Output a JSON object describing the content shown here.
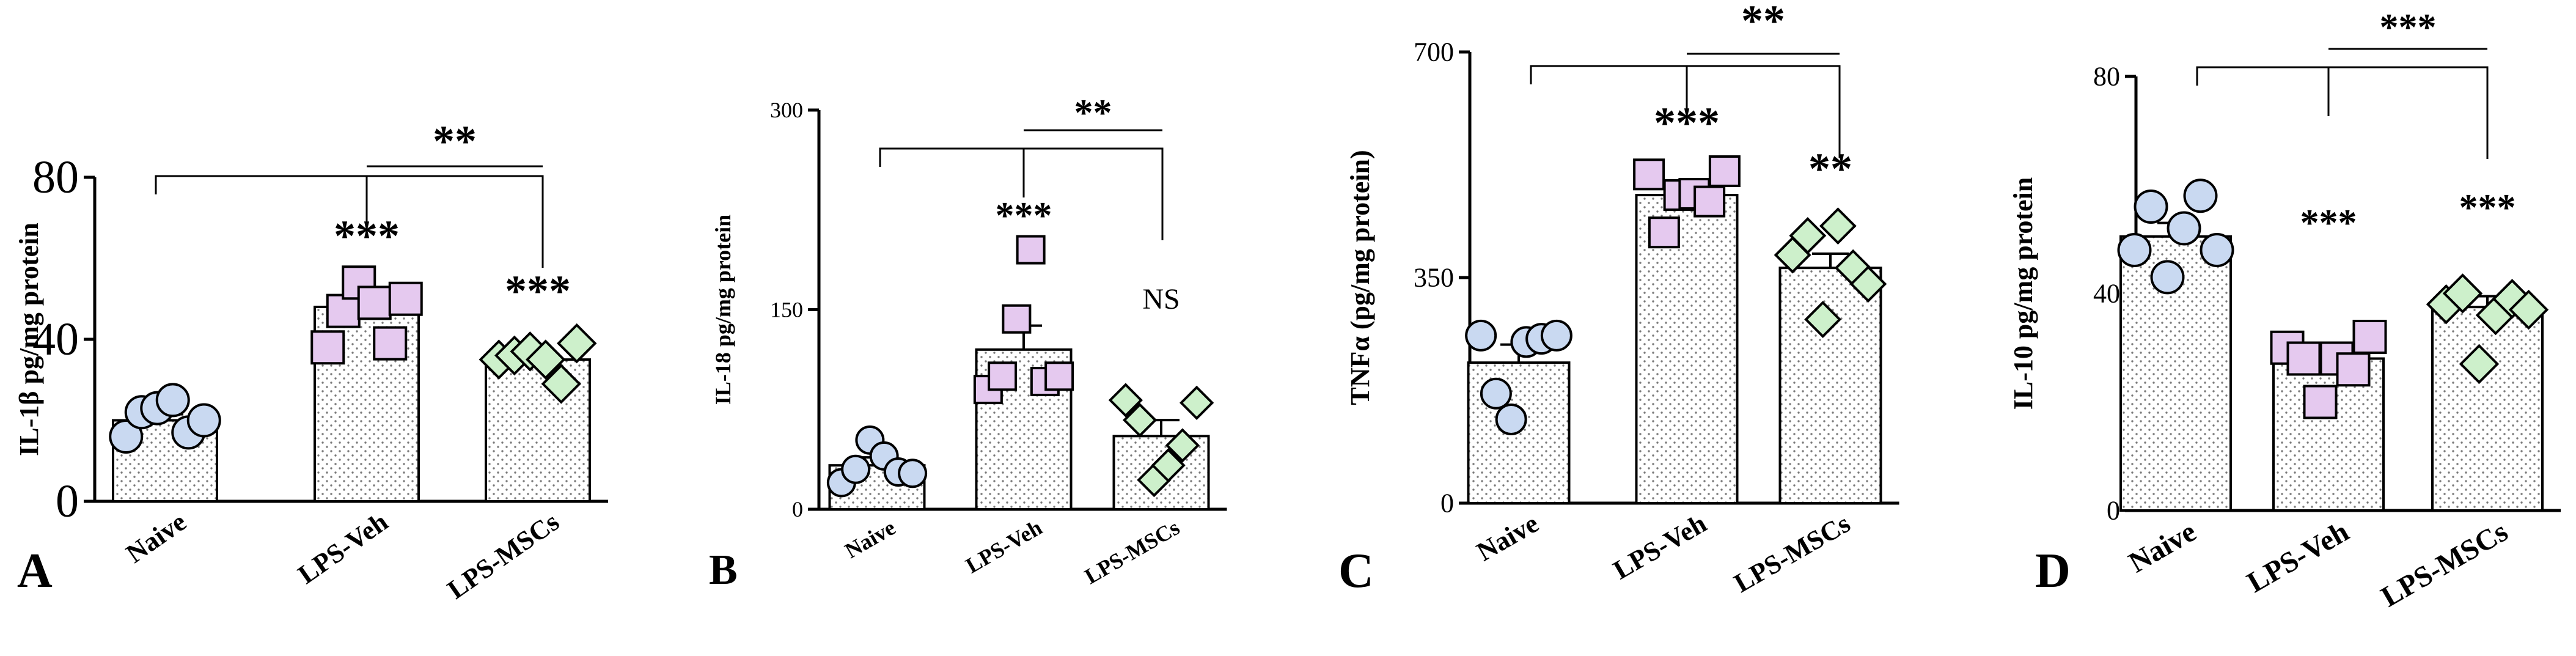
{
  "chart_data": [
    {
      "panel": "A",
      "type": "bar",
      "ylabel": "IL-1β pg/mg protein",
      "ylim": [
        0,
        80
      ],
      "yticks": [
        "0",
        "40",
        "80"
      ],
      "categories": [
        "Naive",
        "LPS-Veh",
        "LPS-MSCs"
      ],
      "values": [
        20,
        48,
        35
      ],
      "sem": [
        1.5,
        3.5,
        2
      ],
      "points": [
        [
          16,
          22,
          23,
          25,
          17,
          20
        ],
        [
          38,
          47,
          54,
          49,
          39,
          50
        ],
        [
          35,
          36,
          37,
          35,
          29,
          39
        ]
      ],
      "significance": [
        "",
        "***",
        "***"
      ],
      "comparison": {
        "pair": [
          "LPS-Veh",
          "LPS-MSCs"
        ],
        "label": "**"
      },
      "colors": {
        "group1": "#c9d9f1",
        "group2": "#e5c9ef",
        "group3": "#cdf0cb",
        "bar_fill": "#ffffff",
        "stipple": "#7a7a7a"
      }
    },
    {
      "panel": "B",
      "type": "bar",
      "ylabel": "IL-18 pg/mg protein",
      "ylim": [
        0,
        300
      ],
      "yticks": [
        "0",
        "150",
        "300"
      ],
      "categories": [
        "Naive",
        "LPS-Veh",
        "LPS-MSCs"
      ],
      "values": [
        33,
        120,
        55
      ],
      "sem": [
        6,
        18,
        12
      ],
      "points": [
        [
          20,
          30,
          52,
          40,
          28,
          27
        ],
        [
          90,
          100,
          143,
          195,
          96,
          100
        ],
        [
          82,
          67,
          22,
          33,
          48,
          80
        ]
      ],
      "significance": [
        "",
        "***",
        "NS"
      ],
      "comparison": {
        "pair": [
          "LPS-Veh",
          "LPS-MSCs"
        ],
        "label": "**"
      },
      "colors": {
        "group1": "#c9d9f1",
        "group2": "#e5c9ef",
        "group3": "#cdf0cb",
        "bar_fill": "#ffffff",
        "stipple": "#7a7a7a"
      }
    },
    {
      "panel": "C",
      "type": "bar",
      "ylabel": "TNFα (pg/mg protein)",
      "ylim": [
        0,
        700
      ],
      "yticks": [
        "0",
        "350",
        "700"
      ],
      "categories": [
        "Naive",
        "LPS-Veh",
        "LPS-MSCs"
      ],
      "values": [
        218,
        478,
        365
      ],
      "sem": [
        28,
        18,
        22
      ],
      "points": [
        [
          260,
          170,
          130,
          250,
          255,
          260
        ],
        [
          510,
          420,
          478,
          480,
          468,
          515
        ],
        [
          385,
          415,
          285,
          430,
          365,
          340
        ]
      ],
      "significance": [
        "",
        "***",
        "**"
      ],
      "comparison": {
        "pair": [
          "LPS-Veh",
          "LPS-MSCs"
        ],
        "label": "**"
      },
      "colors": {
        "group1": "#c9d9f1",
        "group2": "#e5c9ef",
        "group3": "#cdf0cb",
        "bar_fill": "#ffffff",
        "stipple": "#7a7a7a"
      }
    },
    {
      "panel": "D",
      "type": "bar",
      "ylabel": "IL-10 pg/mg protein",
      "ylim": [
        0,
        80
      ],
      "yticks": [
        "0",
        "40",
        "80"
      ],
      "categories": [
        "Naive",
        "LPS-Veh",
        "LPS-MSCs"
      ],
      "values": [
        50.5,
        28,
        37.5
      ],
      "sem": [
        2.5,
        2,
        2
      ],
      "points": [
        [
          48,
          56,
          43,
          52,
          58,
          48
        ],
        [
          30,
          28,
          20,
          28,
          26,
          32
        ],
        [
          38,
          40,
          27,
          36,
          39,
          37
        ]
      ],
      "significance": [
        "",
        "***",
        "***"
      ],
      "comparison": {
        "pair": [
          "LPS-Veh",
          "LPS-MSCs"
        ],
        "label": "***"
      },
      "colors": {
        "group1": "#c9d9f1",
        "group2": "#e5c9ef",
        "group3": "#cdf0cb",
        "bar_fill": "#ffffff",
        "stipple": "#7a7a7a"
      }
    }
  ]
}
